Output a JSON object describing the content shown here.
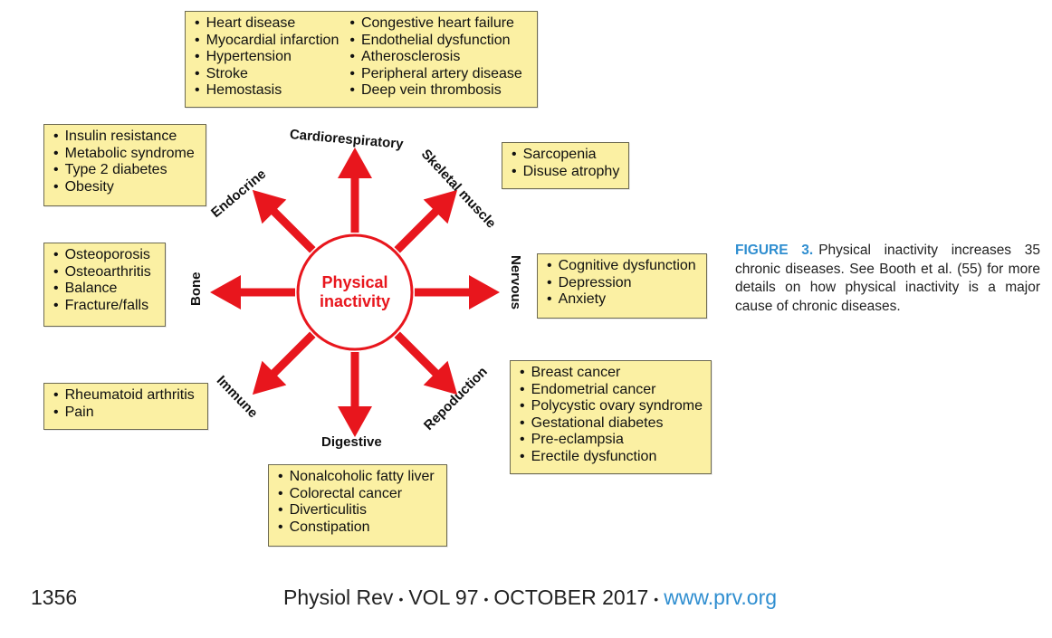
{
  "center_label": [
    "Physical",
    "inactivity"
  ],
  "systems": {
    "cardiorespiratory": {
      "label": "Cardiorespiratory",
      "col1": [
        "Heart disease",
        "Myocardial infarction",
        "Hypertension",
        "Stroke",
        "Hemostasis"
      ],
      "col2": [
        "Congestive heart failure",
        "Endothelial dysfunction",
        "Atherosclerosis",
        "Peripheral artery disease",
        "Deep vein thrombosis"
      ]
    },
    "skeletal_muscle": {
      "label": "Skeletal muscle",
      "items": [
        "Sarcopenia",
        "Disuse atrophy"
      ]
    },
    "nervous": {
      "label": "Nervous",
      "items": [
        "Cognitive dysfunction",
        "Depression",
        "Anxiety"
      ]
    },
    "reproduction": {
      "label": "Repoduction",
      "items": [
        "Breast cancer",
        "Endometrial cancer",
        "Polycystic ovary syndrome",
        "Gestational diabetes",
        "Pre-eclampsia",
        "Erectile dysfunction"
      ]
    },
    "digestive": {
      "label": "Digestive",
      "items": [
        "Nonalcoholic fatty liver",
        "Colorectal cancer",
        "Diverticulitis",
        "Constipation"
      ]
    },
    "immune": {
      "label": "Immune",
      "items": [
        "Rheumatoid arthritis",
        "Pain"
      ]
    },
    "bone": {
      "label": "Bone",
      "items": [
        "Osteoporosis",
        "Osteoarthritis",
        "Balance",
        "Fracture/falls"
      ]
    },
    "endocrine": {
      "label": "Endocrine",
      "items": [
        "Insulin resistance",
        "Metabolic syndrome",
        "Type 2 diabetes",
        "Obesity"
      ]
    }
  },
  "caption": {
    "figure_label": "FIGURE 3.",
    "text": "Physical inactivity increases 35 chronic diseases. See Booth et al. (55) for more details on how physical inactivity is a major cause of chronic diseases."
  },
  "footer": {
    "page_number": "1356",
    "journal": "Physiol Rev",
    "volume": "VOL 97",
    "date": "OCTOBER 2017",
    "url": "www.prv.org"
  },
  "colors": {
    "arrow": "#e8161d",
    "box_fill": "#fbf0a3",
    "caption_accent": "#2f8ed0"
  }
}
